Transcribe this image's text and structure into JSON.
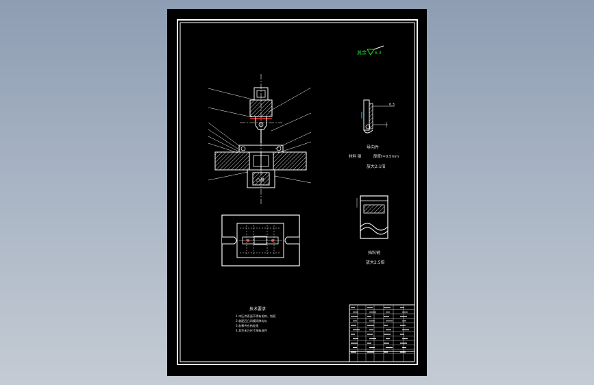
{
  "colors": {
    "background": "#9aa8bb",
    "sheet": "#000000",
    "line": "#ffffff",
    "accent_red": "#ff2a2a",
    "accent_green": "#20e020",
    "accent_cyan": "#00e0ff"
  },
  "roughness": {
    "prefix": "其余",
    "value": "6.3"
  },
  "detail_a": {
    "dim": "0.3",
    "title": "导向件",
    "material": "材料  钢",
    "spec": "厚度t=0.5mm",
    "scale": "放大2:1倍"
  },
  "detail_b": {
    "title": "挡料销",
    "scale": "放大2.5倍"
  },
  "main_label": "凸模",
  "notes": {
    "title": "技术要求",
    "lines": [
      "1.冲压件表面不得有毛刺、划痕",
      "2.装配后凸凹模间隙均匀",
      "3.各零件应热处理",
      "4.其余未注尺寸按标准件"
    ]
  }
}
